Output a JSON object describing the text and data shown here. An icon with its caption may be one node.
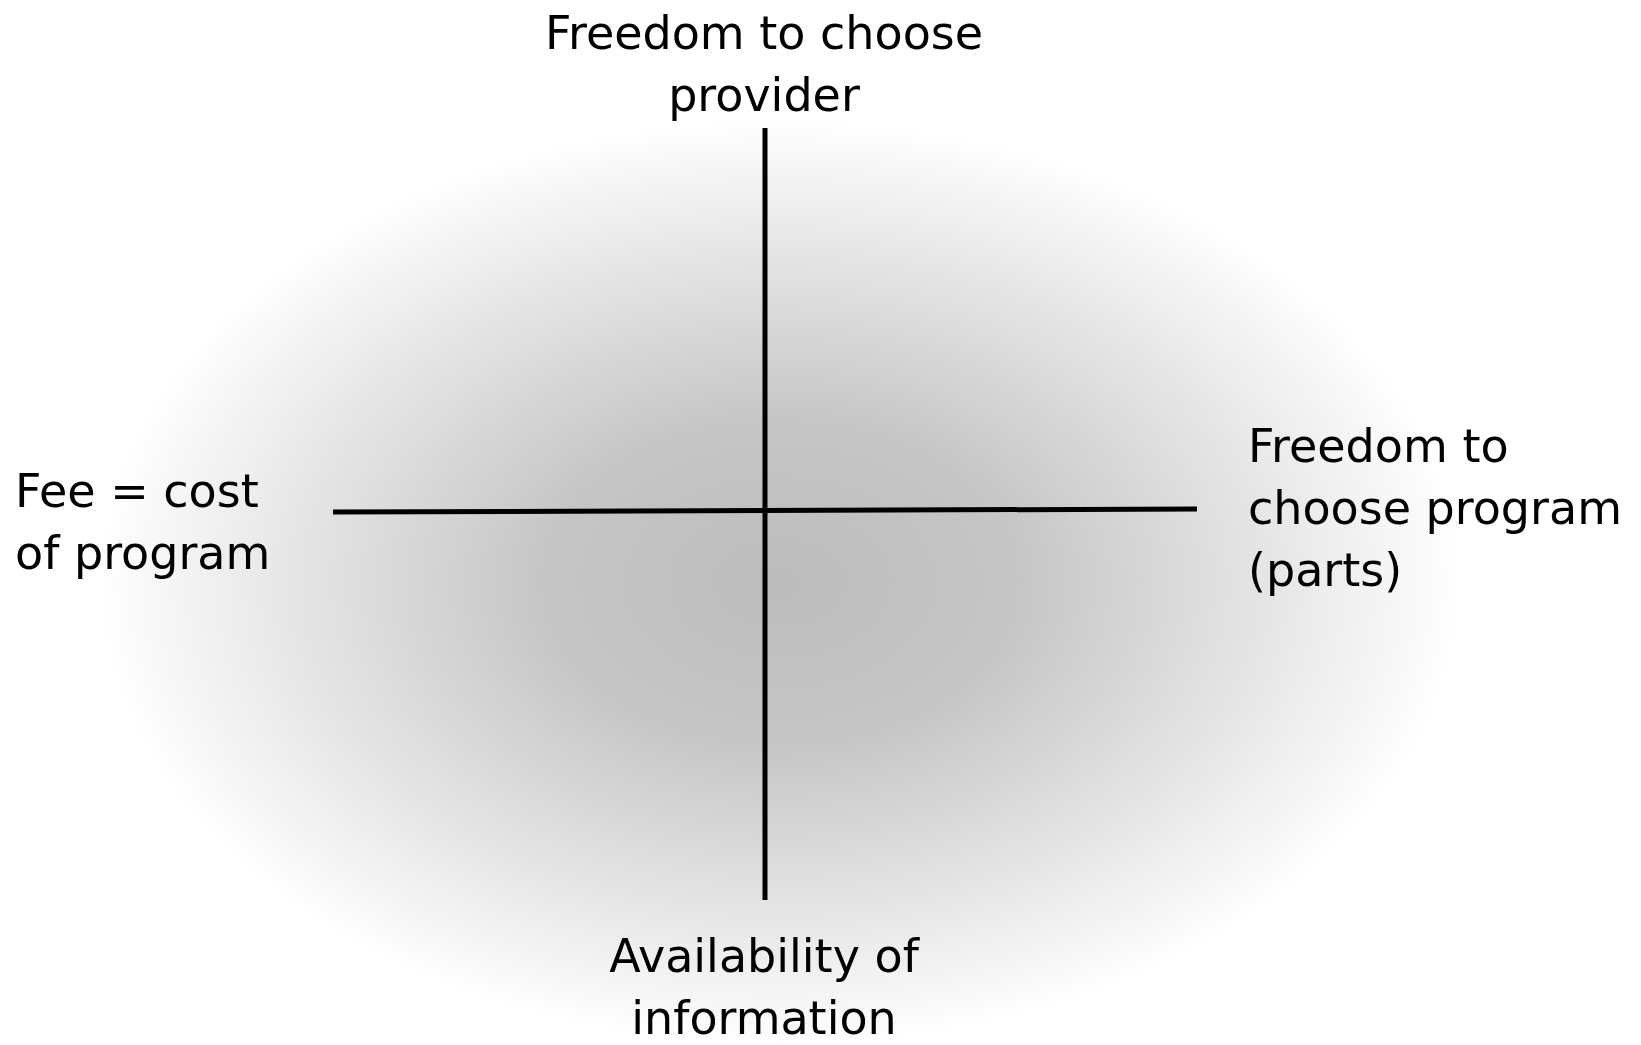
{
  "diagram": {
    "labels": [
      "Freedom to choose provider",
      "Fee = cost of program",
      "Freedom to choose program (parts)",
      "Availability of information"
    ]
  }
}
